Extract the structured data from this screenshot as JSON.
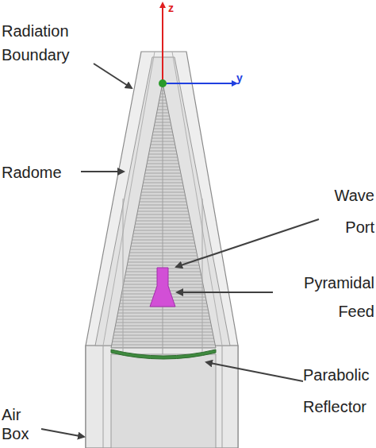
{
  "diagram": {
    "labels": [
      "z",
      "y",
      "Radiation Boundary",
      "Radome",
      "Wave Port",
      "Pyramidal Feed",
      "Parabolic Reflector",
      "Air Box"
    ]
  }
}
